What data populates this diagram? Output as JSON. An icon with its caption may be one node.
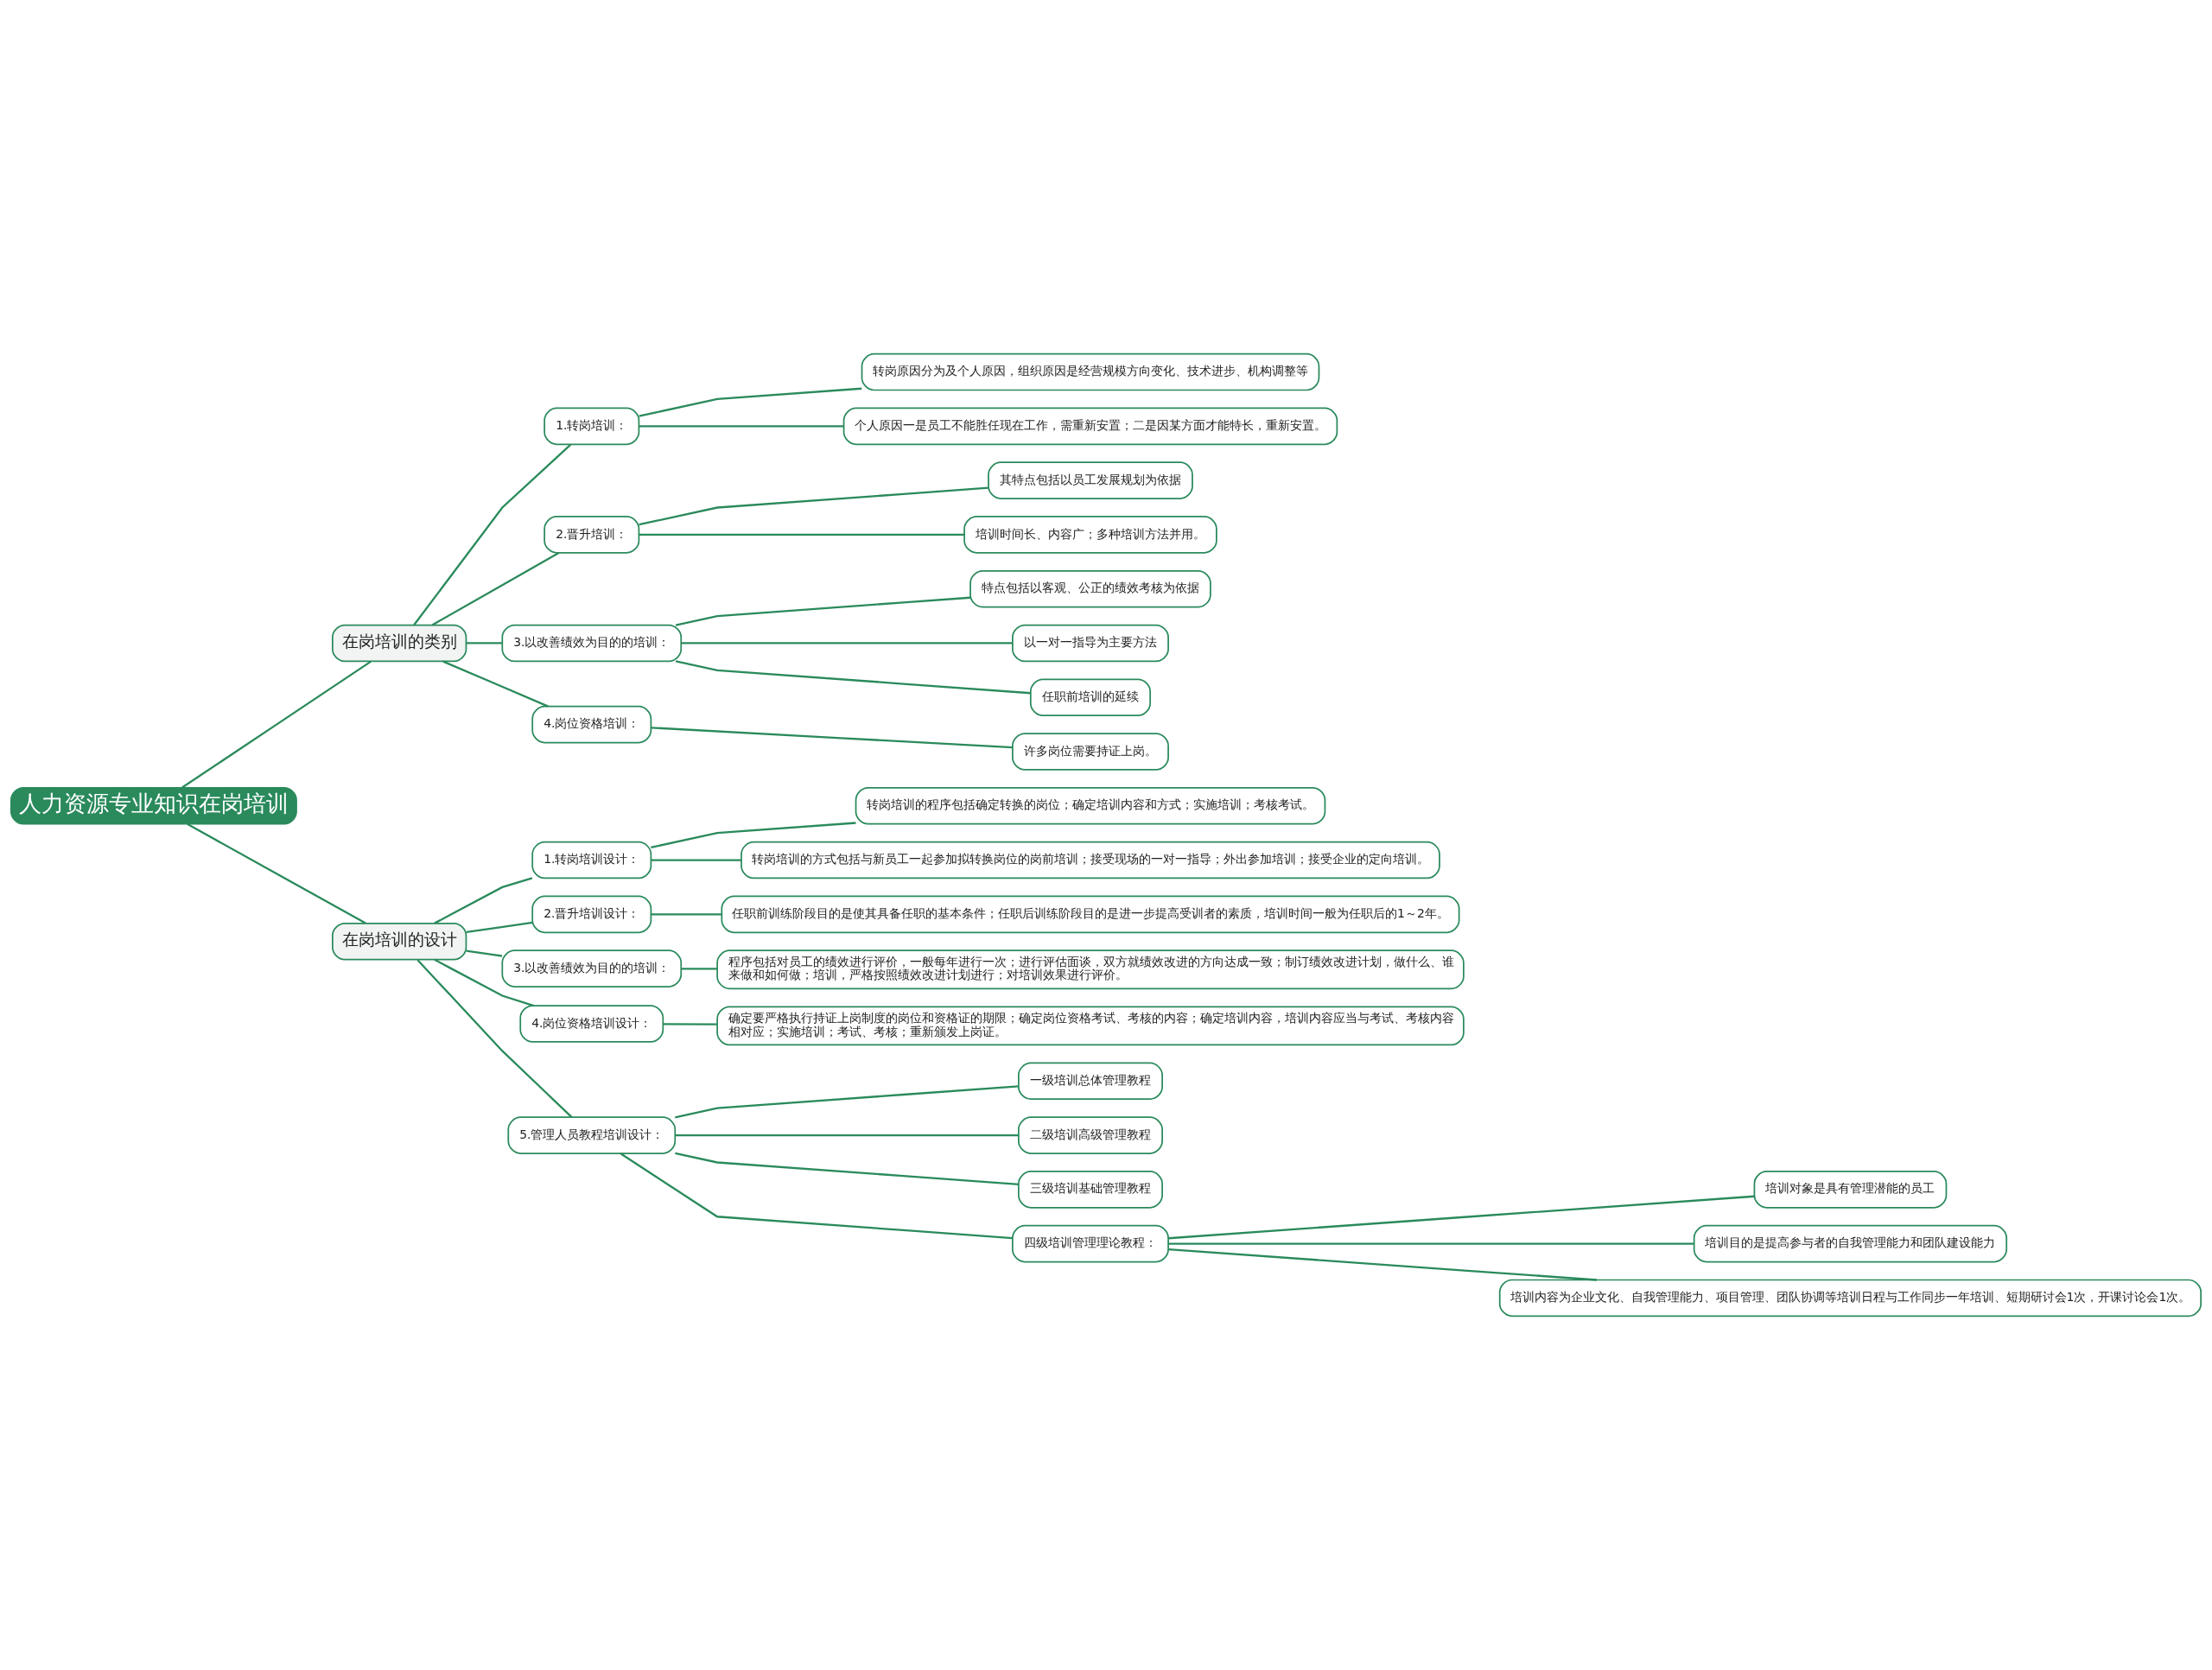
{
  "diagram": {
    "nodes": [
      {
        "text": [
          "人力资源专业知识在岗培训"
        ]
      },
      {
        "text": [
          "在岗培训的类别"
        ]
      },
      {
        "text": [
          "1.转岗培训："
        ]
      },
      {
        "text": [
          "转岗原因分为及个人原因，组织原因是经营规模方向变化、技术进步、机构调整等"
        ]
      },
      {
        "text": [
          "个人原因一是员工不能胜任现在工作，需重新安置；二是因某方面才能特长，重新安置。"
        ]
      },
      {
        "text": [
          "2.晋升培训："
        ]
      },
      {
        "text": [
          "其特点包括以员工发展规划为依据"
        ]
      },
      {
        "text": [
          "培训时间长、内容广；多种培训方法并用。"
        ]
      },
      {
        "text": [
          "3.以改善绩效为目的的培训："
        ]
      },
      {
        "text": [
          "特点包括以客观、公正的绩效考核为依据"
        ]
      },
      {
        "text": [
          "以一对一指导为主要方法"
        ]
      },
      {
        "text": [
          "任职前培训的延续"
        ]
      },
      {
        "text": [
          "4.岗位资格培训："
        ]
      },
      {
        "text": [
          "许多岗位需要持证上岗。"
        ]
      },
      {
        "text": [
          "在岗培训的设计"
        ]
      },
      {
        "text": [
          "1.转岗培训设计："
        ]
      },
      {
        "text": [
          "转岗培训的程序包括确定转换的岗位；确定培训内容和方式；实施培训；考核考试。"
        ]
      },
      {
        "text": [
          "转岗培训的方式包括与新员工一起参加拟转换岗位的岗前培训；接受现场的一对一指导；外出参加培训；接受企业的定向培训。"
        ]
      },
      {
        "text": [
          "2.晋升培训设计："
        ]
      },
      {
        "text": [
          "任职前训练阶段目的是使其具备任职的基本条件；任职后训练阶段目的是进一步提高受训者的素质，培训时间一般为任职后的1～2年。"
        ]
      },
      {
        "text": [
          "3.以改善绩效为目的的培训："
        ]
      },
      {
        "text": [
          "程序包括对员工的绩效进行评价，一般每年进行一次；进行评估面谈，双方就绩效改进的方向达成一致；制订绩效改进计划，做什么、谁来做和如何做；培训，严格按照绩效改进计划进行；对培训效果进行评价。"
        ]
      },
      {
        "text": [
          "4.岗位资格培训设计："
        ]
      },
      {
        "text": [
          "确定要严格执行持证上岗制度的岗位和资格证的期限；确定岗位资格考试、考核的内容；确定培训内容，培训内容应当与考试、考核内容相对应；实施培训；考试、考核；重新颁发上岗证。"
        ]
      },
      {
        "text": [
          "5.管理人员教程培训设计："
        ]
      },
      {
        "text": [
          "一级培训总体管理教程"
        ]
      },
      {
        "text": [
          "二级培训高级管理教程"
        ]
      },
      {
        "text": [
          "三级培训基础管理教程"
        ]
      },
      {
        "text": [
          "四级培训管理理论教程："
        ]
      },
      {
        "text": [
          "培训对象是具有管理潜能的员工"
        ]
      },
      {
        "text": [
          "培训目的是提高参与者的自我管理能力和团队建设能力"
        ]
      },
      {
        "text": [
          "培训内容为企业文化、自我管理能力、项目管理、团队协调等培训日程与工作同步一年培训、短期研讨会1次，开课讨论会1次。"
        ]
      }
    ],
    "edges": [
      {
        "from": 0,
        "to": 1,
        "arrow": "none"
      },
      {
        "from": 1,
        "to": 2,
        "arrow": "none"
      },
      {
        "from": 2,
        "to": 3,
        "arrow": "none"
      },
      {
        "from": 2,
        "to": 4,
        "arrow": "none"
      },
      {
        "from": 1,
        "to": 5,
        "arrow": "none"
      },
      {
        "from": 5,
        "to": 6,
        "arrow": "none"
      },
      {
        "from": 5,
        "to": 7,
        "arrow": "none"
      },
      {
        "from": 1,
        "to": 8,
        "arrow": "none"
      },
      {
        "from": 8,
        "to": 9,
        "arrow": "none"
      },
      {
        "from": 8,
        "to": 10,
        "arrow": "none"
      },
      {
        "from": 8,
        "to": 11,
        "arrow": "none"
      },
      {
        "from": 1,
        "to": 12,
        "arrow": "none"
      },
      {
        "from": 12,
        "to": 13,
        "arrow": "none"
      },
      {
        "from": 0,
        "to": 14,
        "arrow": "none"
      },
      {
        "from": 14,
        "to": 15,
        "arrow": "none"
      },
      {
        "from": 15,
        "to": 16,
        "arrow": "none"
      },
      {
        "from": 15,
        "to": 17,
        "arrow": "none"
      },
      {
        "from": 14,
        "to": 18,
        "arrow": "none"
      },
      {
        "from": 18,
        "to": 19,
        "arrow": "none"
      },
      {
        "from": 14,
        "to": 20,
        "arrow": "none"
      },
      {
        "from": 20,
        "to": 21,
        "arrow": "none"
      },
      {
        "from": 14,
        "to": 22,
        "arrow": "none"
      },
      {
        "from": 22,
        "to": 23,
        "arrow": "none"
      },
      {
        "from": 14,
        "to": 24,
        "arrow": "none"
      },
      {
        "from": 24,
        "to": 25,
        "arrow": "none"
      },
      {
        "from": 24,
        "to": 26,
        "arrow": "none"
      },
      {
        "from": 24,
        "to": 27,
        "arrow": "none"
      },
      {
        "from": 24,
        "to": 28,
        "arrow": "none"
      },
      {
        "from": 28,
        "to": 29,
        "arrow": "none"
      },
      {
        "from": 28,
        "to": 30,
        "arrow": "none"
      },
      {
        "from": 28,
        "to": 31,
        "arrow": "none"
      }
    ]
  }
}
